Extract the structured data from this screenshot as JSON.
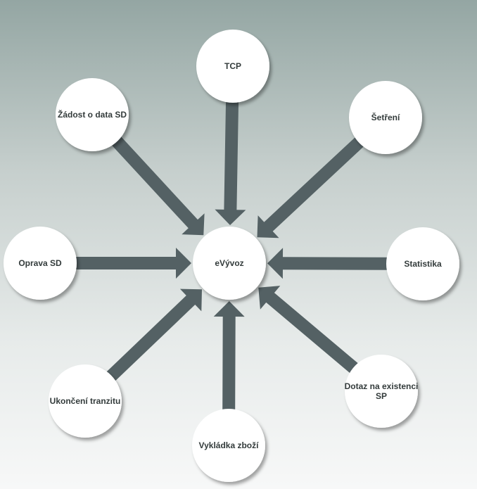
{
  "diagram": {
    "center": {
      "label": "eVývoz"
    },
    "nodes": [
      {
        "id": "tcp",
        "lines": [
          "TCP"
        ]
      },
      {
        "id": "setreni",
        "lines": [
          "Šetření"
        ]
      },
      {
        "id": "statistika",
        "lines": [
          "Statistika"
        ]
      },
      {
        "id": "dotaz-na-existenci-sp",
        "lines": [
          "Dotaz na existenci",
          "SP"
        ]
      },
      {
        "id": "vykladka-zbozi",
        "lines": [
          "Vykládka zboží"
        ]
      },
      {
        "id": "ukonceni-tranzitu",
        "lines": [
          "Ukončení tranzitu"
        ]
      },
      {
        "id": "oprava-sd",
        "lines": [
          "Oprava SD"
        ]
      },
      {
        "id": "zadost-o-data-sd",
        "lines": [
          "Žádost o data SD"
        ]
      }
    ],
    "colors": {
      "arrow": "#546164",
      "circle_fill": "#ffffff",
      "text": "#333b3b"
    }
  }
}
